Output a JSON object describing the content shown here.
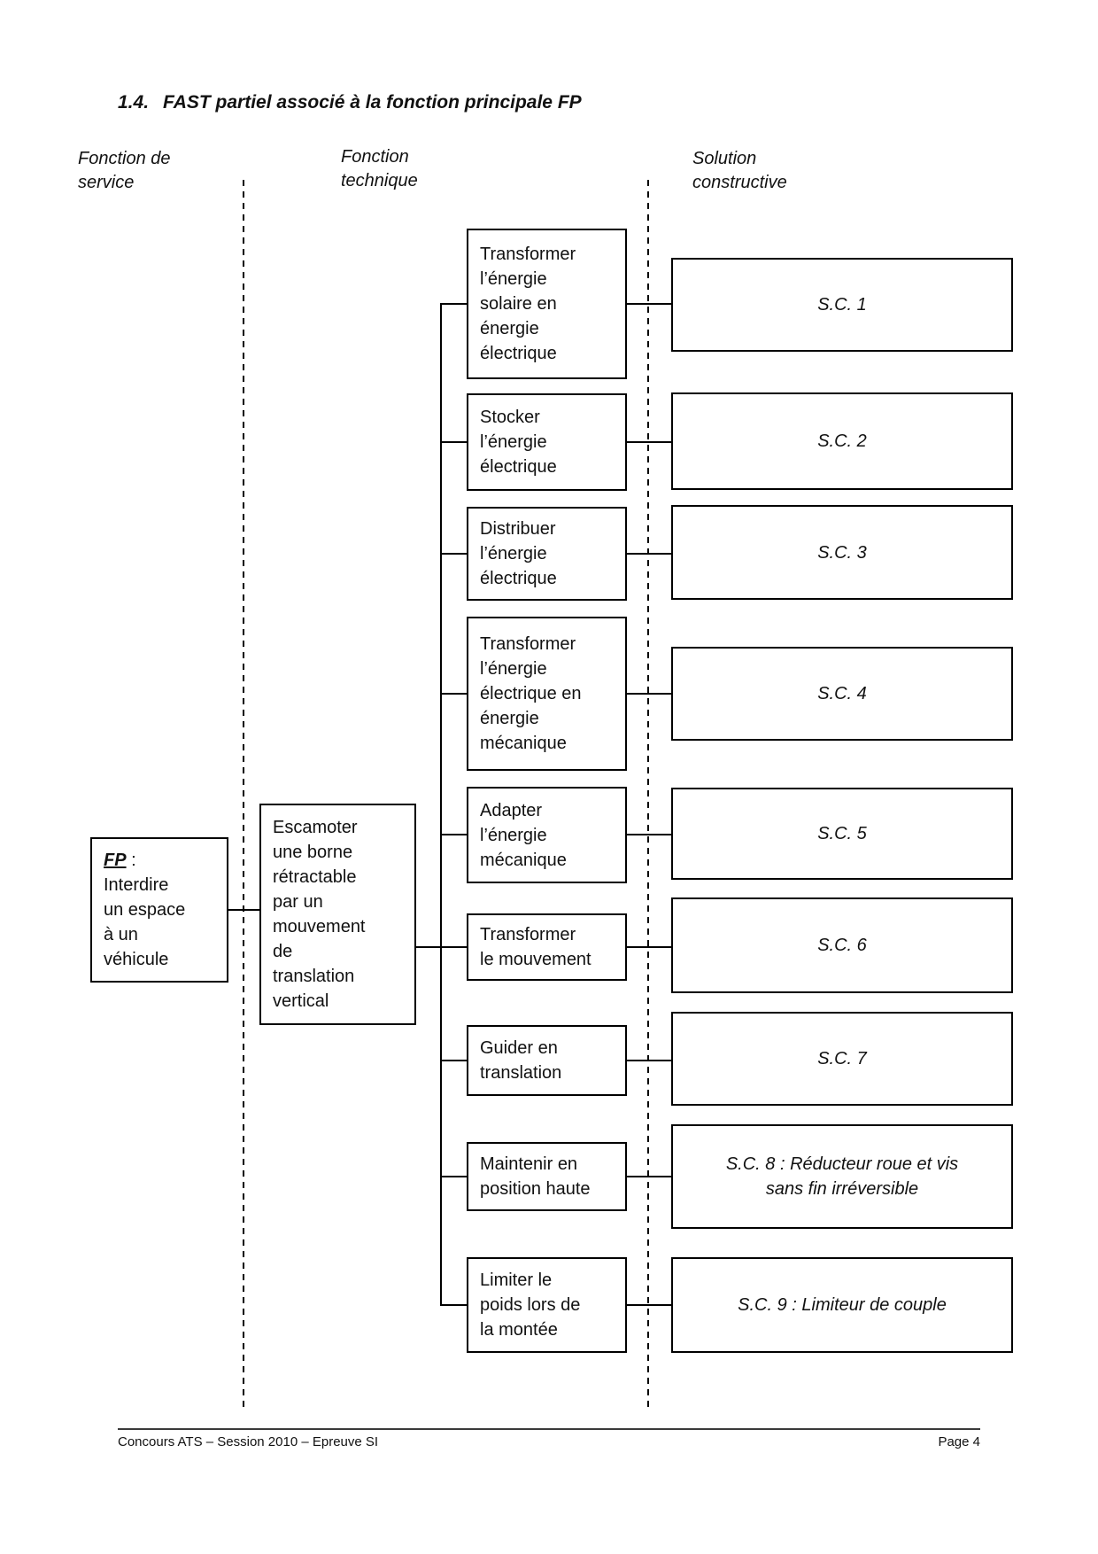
{
  "title": {
    "number": "1.4.",
    "text": "FAST partiel associé à la fonction principale FP"
  },
  "columns": {
    "service": "Fonction de\nservice",
    "technique": "Fonction\ntechnique",
    "solution": "Solution\nconstructive"
  },
  "fp": {
    "label": "FP",
    "separator": " :",
    "text": "Interdire\nun espace\nà un\nvéhicule"
  },
  "intermediate": {
    "text": "Escamoter\nune borne\nrétractable\npar un\nmouvement\nde\ntranslation\nvertical"
  },
  "rows": [
    {
      "function": "Transformer\nl’énergie\nsolaire en\nénergie\nélectrique",
      "solution": "S.C. 1"
    },
    {
      "function": "Stocker\nl’énergie\nélectrique",
      "solution": "S.C. 2"
    },
    {
      "function": "Distribuer\nl’énergie\nélectrique",
      "solution": "S.C. 3"
    },
    {
      "function": "Transformer\nl’énergie\nélectrique en\nénergie\nmécanique",
      "solution": "S.C. 4"
    },
    {
      "function": "Adapter\nl’énergie\nmécanique",
      "solution": "S.C. 5"
    },
    {
      "function": "Transformer\nle mouvement",
      "solution": "S.C. 6"
    },
    {
      "function": "Guider en\ntranslation",
      "solution": "S.C. 7"
    },
    {
      "function": "Maintenir en\nposition haute",
      "solution": "S.C. 8 : Réducteur roue et vis\nsans fin irréversible"
    },
    {
      "function": "Limiter le\npoids lors de\nla montée",
      "solution": "S.C. 9 : Limiteur de couple"
    }
  ],
  "footer": {
    "left": "Concours ATS – Session 2010 – Epreuve SI",
    "right": "Page 4"
  }
}
